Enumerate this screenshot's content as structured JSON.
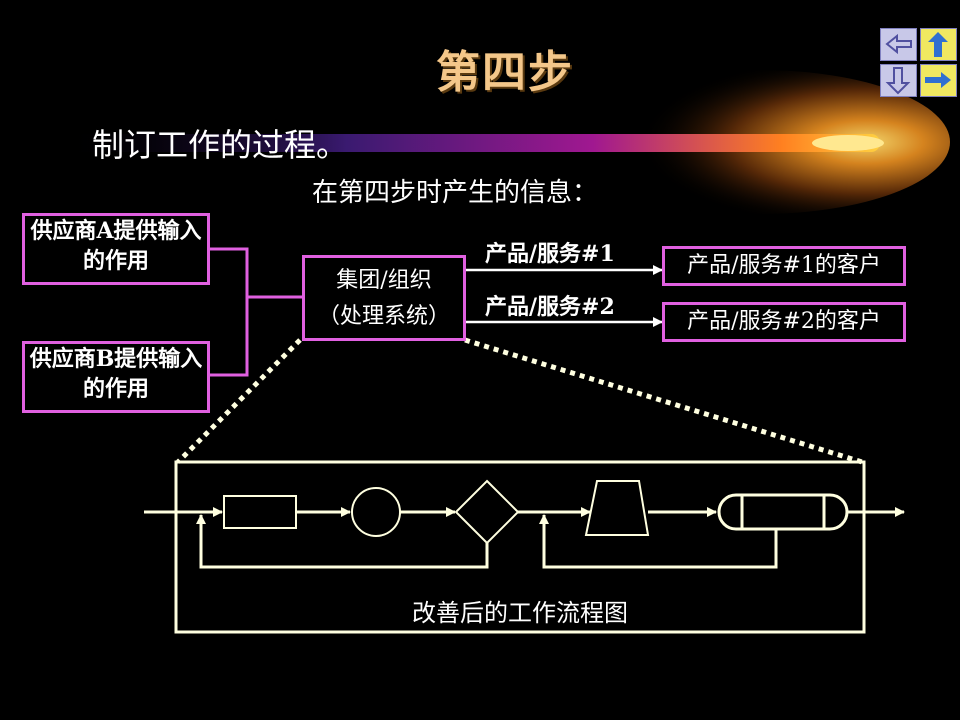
{
  "slide": {
    "title": "第四步",
    "subtitle": "制订工作的过程。",
    "info_heading": "在第四步时产生的信息："
  },
  "inputs": [
    {
      "label": "供应商A提供输入的作用"
    },
    {
      "label": "供应商B提供输入的作用"
    }
  ],
  "process": {
    "line1": "集团/组织",
    "line2": "（处理系统）"
  },
  "outputs": [
    {
      "arrow_label": "产品/服务#1",
      "customer": "产品/服务#1的客户"
    },
    {
      "arrow_label": "产品/服务#2",
      "customer": "产品/服务#2的客户"
    }
  ],
  "flowchart": {
    "caption": "改善后的工作流程图"
  },
  "nav_icons": [
    "arrow-left-icon",
    "arrow-up-icon",
    "arrow-down-icon",
    "arrow-right-icon"
  ]
}
